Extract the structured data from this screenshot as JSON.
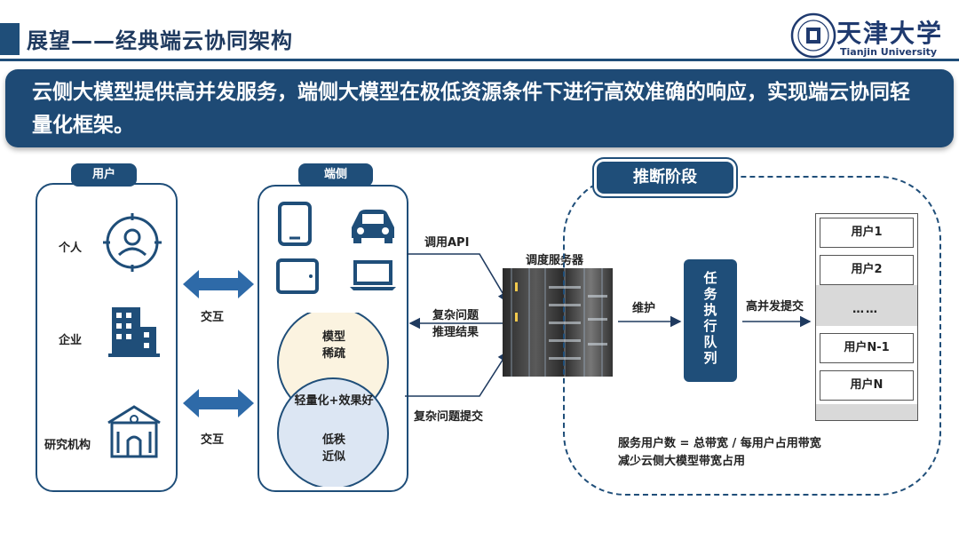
{
  "header": {
    "title": "展望——经典端云协同架构",
    "logo_cn": "天津大学",
    "logo_en": "Tianjin University"
  },
  "banner": {
    "text": "云侧大模型提供高并发服务，端侧大模型在极低资源条件下进行高效准确的响应，实现端云协同轻量化框架。"
  },
  "user_panel": {
    "tag": "用户",
    "items": [
      "个人",
      "企业",
      "研究机构"
    ]
  },
  "interaction": {
    "label": "交互"
  },
  "device_panel": {
    "tag": "端侧",
    "venn": {
      "top": "模型\n稀疏",
      "middle": "轻量化+效果好",
      "bottom": "低秩\n近似"
    }
  },
  "flows": {
    "call_api": "调用API",
    "result": "复杂问题\n推理结果",
    "submit": "复杂问题提交",
    "maintain": "维护",
    "concurrent": "高并发提交"
  },
  "server": {
    "label": "调度服务器"
  },
  "inference": {
    "stage_tag": "推断阶段",
    "queue": "任\n务\n执\n行\n队\n列",
    "users": [
      "用户1",
      "用户2",
      "……",
      "用户N-1",
      "用户N"
    ],
    "formula": "服务用户数 = 总带宽 / 每用户占用带宽",
    "note": "减少云侧大模型带宽占用"
  },
  "colors": {
    "primary": "#1f4e79",
    "venn_top": "#fbf3e0",
    "venn_bottom": "#dce6f3"
  }
}
